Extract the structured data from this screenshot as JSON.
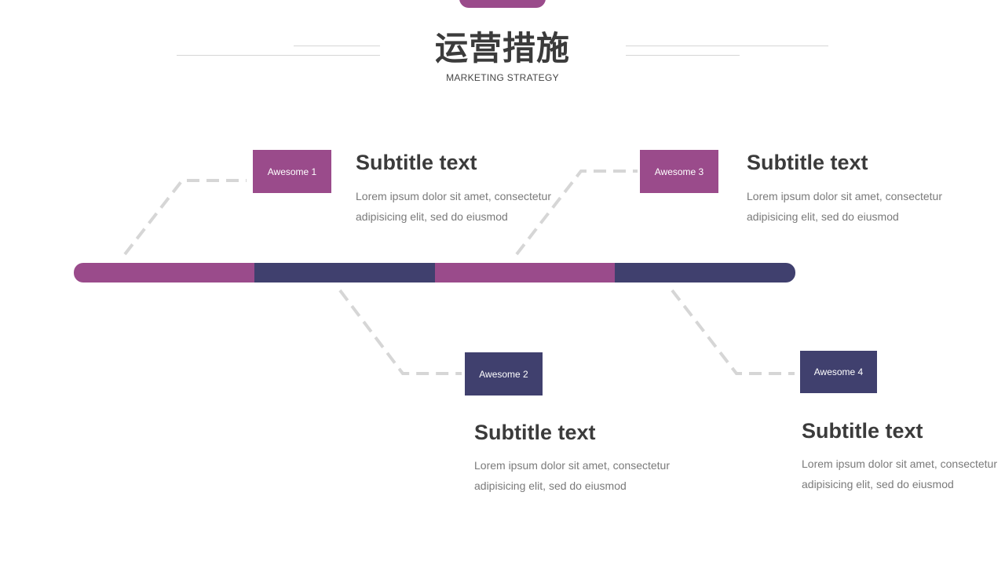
{
  "header": {
    "title": "运营措施",
    "subtitle": "MARKETING STRATEGY"
  },
  "colors": {
    "accent_purple": "#9a4b8b",
    "accent_navy": "#40406e",
    "connector_gray": "#d6d6d6",
    "text_dark": "#3b3b3b",
    "text_muted": "#7a7a7a"
  },
  "steps": [
    {
      "label": "Awesome 1",
      "title": "Subtitle text",
      "body": "Lorem ipsum dolor sit amet, consectetur adipisicing elit, sed do eiusmod"
    },
    {
      "label": "Awesome 2",
      "title": "Subtitle text",
      "body": "Lorem ipsum dolor sit amet, consectetur adipisicing elit, sed do eiusmod"
    },
    {
      "label": "Awesome 3",
      "title": "Subtitle text",
      "body": "Lorem ipsum dolor sit amet, consectetur adipisicing elit, sed do eiusmod"
    },
    {
      "label": "Awesome 4",
      "title": "Subtitle text",
      "body": "Lorem ipsum dolor sit amet, consectetur adipisicing elit, sed do eiusmod"
    }
  ]
}
